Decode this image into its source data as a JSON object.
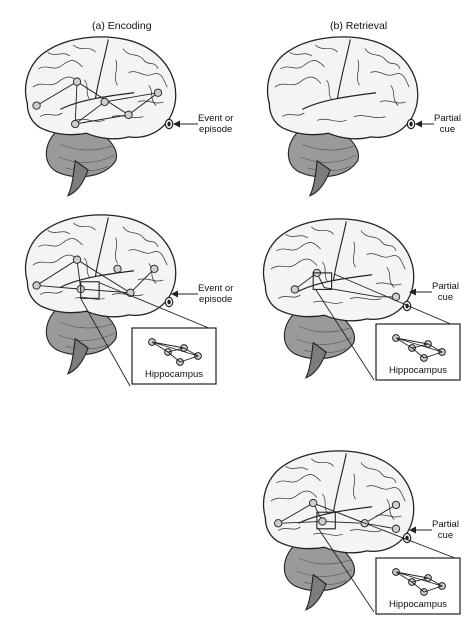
{
  "columns": {
    "encoding_title": "(a) Encoding",
    "retrieval_title": "(b) Retrieval"
  },
  "labels": {
    "event_line1": "Event or",
    "event_line2": "episode",
    "partial_line1": "Partial",
    "partial_line2": "cue",
    "hippocampus": "Hippocampus"
  },
  "panels": [
    {
      "column": "encoding",
      "row": 1,
      "cue": "event",
      "hippocampus_inset": false
    },
    {
      "column": "retrieval",
      "row": 1,
      "cue": "partial",
      "hippocampus_inset": false
    },
    {
      "column": "encoding",
      "row": 2,
      "cue": "event",
      "hippocampus_inset": true
    },
    {
      "column": "retrieval",
      "row": 2,
      "cue": "partial",
      "hippocampus_inset": true
    },
    {
      "column": "retrieval",
      "row": 3,
      "cue": "partial",
      "hippocampus_inset": true
    }
  ],
  "colors": {
    "outline": "#222222",
    "brain_fill": "#f4f4f4",
    "cerebellum_fill": "#9a9a9a",
    "node_fill": "#cfcfcf"
  }
}
